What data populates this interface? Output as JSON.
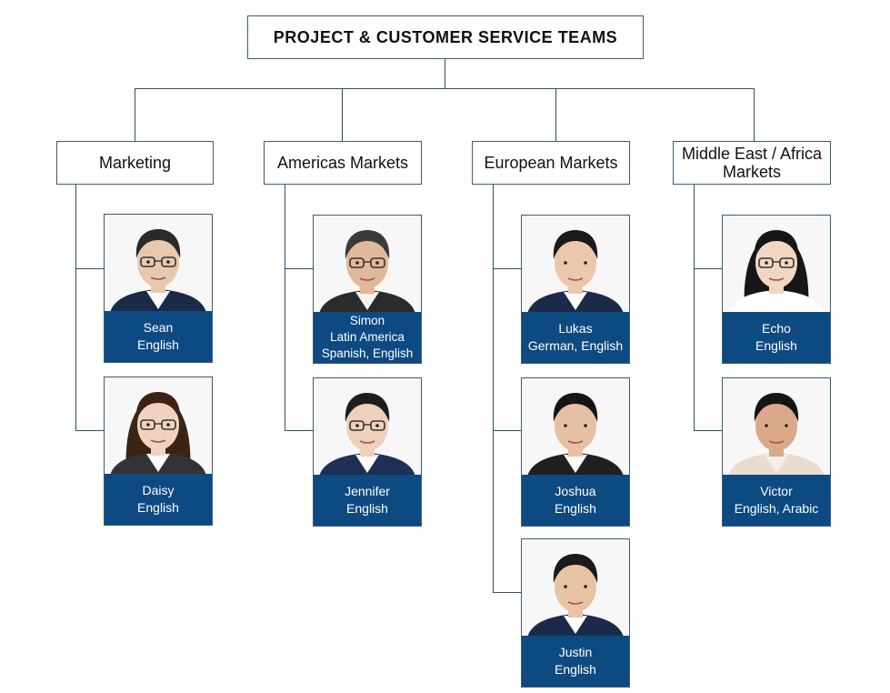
{
  "title": "PROJECT & CUSTOMER SERVICE TEAMS",
  "colors": {
    "caption_bg": "#0d4a82",
    "line": "#2f4f66",
    "border": "#3b5c74"
  },
  "teams": [
    {
      "name": "Marketing",
      "members": [
        {
          "lines": [
            "Sean",
            "English"
          ],
          "portrait": {
            "hair": "#2a2a2a",
            "skin": "#e9c9ad",
            "glasses": true,
            "long_hair": false,
            "suit": "#1c2a4a",
            "shirt": "#ffffff"
          }
        },
        {
          "lines": [
            "Daisy",
            "English"
          ],
          "portrait": {
            "hair": "#3b2416",
            "skin": "#f1d2c0",
            "glasses": true,
            "long_hair": true,
            "suit": "#333333",
            "shirt": "#ffffff"
          }
        }
      ]
    },
    {
      "name": "Americas Markets",
      "members": [
        {
          "lines": [
            "Simon",
            "Latin America",
            "Spanish, English"
          ],
          "portrait": {
            "hair": "#3a3a3a",
            "skin": "#e2b89a",
            "glasses": true,
            "long_hair": false,
            "suit": "#2b2b2b",
            "shirt": "#f3f3f3"
          }
        },
        {
          "lines": [
            "Jennifer",
            "English"
          ],
          "portrait": {
            "hair": "#1e1e1e",
            "skin": "#efd0ba",
            "glasses": true,
            "long_hair": false,
            "suit": "#1f2f55",
            "shirt": "#ffffff"
          }
        }
      ]
    },
    {
      "name": "European Markets",
      "members": [
        {
          "lines": [
            "Lukas",
            "German, English"
          ],
          "portrait": {
            "hair": "#1a1a1a",
            "skin": "#ebc7ac",
            "glasses": false,
            "long_hair": false,
            "suit": "#1c2a4a",
            "shirt": "#ffffff"
          }
        },
        {
          "lines": [
            "Joshua",
            "English"
          ],
          "portrait": {
            "hair": "#151515",
            "skin": "#e6c0a2",
            "glasses": false,
            "long_hair": false,
            "suit": "#202020",
            "shirt": "#ffffff"
          }
        },
        {
          "lines": [
            "Justin",
            "English"
          ],
          "portrait": {
            "hair": "#1a1a1a",
            "skin": "#e8c3a4",
            "glasses": false,
            "long_hair": false,
            "suit": "#1c2a4a",
            "shirt": "#ffffff"
          }
        }
      ]
    },
    {
      "name": "Middle East / Africa Markets",
      "members": [
        {
          "lines": [
            "Echo",
            "English"
          ],
          "portrait": {
            "hair": "#161616",
            "skin": "#f2d6c4",
            "glasses": true,
            "long_hair": true,
            "suit": "#ffffff",
            "shirt": "#ffffff"
          }
        },
        {
          "lines": [
            "Victor",
            "English, Arabic"
          ],
          "portrait": {
            "hair": "#151515",
            "skin": "#d9a98a",
            "glasses": false,
            "long_hair": false,
            "suit": "#e9ddd0",
            "shirt": "#f5efe8"
          }
        }
      ]
    }
  ]
}
